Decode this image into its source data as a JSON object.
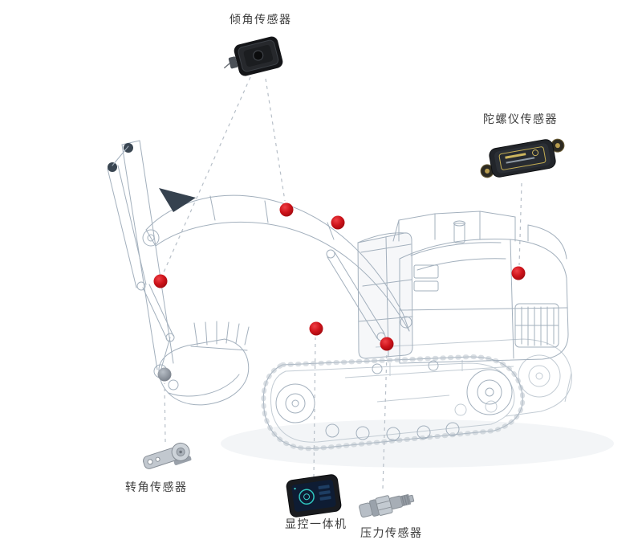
{
  "diagram": {
    "subject": "excavator-sensor-placement",
    "labels": {
      "tilt": "倾角传感器",
      "gyro": "陀螺仪传感器",
      "rotation": "转角传感器",
      "display": "显控一体机",
      "pressure": "压力传感器"
    },
    "markers": {
      "red_count": 6,
      "gray_count": 1,
      "red_color": "#c21219",
      "gray_color": "#8e959e"
    },
    "colors": {
      "background": "#ffffff",
      "wireframe": "#a3b0bd",
      "connector_dash": "#b7bfc8",
      "label_text": "#3d3d3d"
    }
  }
}
